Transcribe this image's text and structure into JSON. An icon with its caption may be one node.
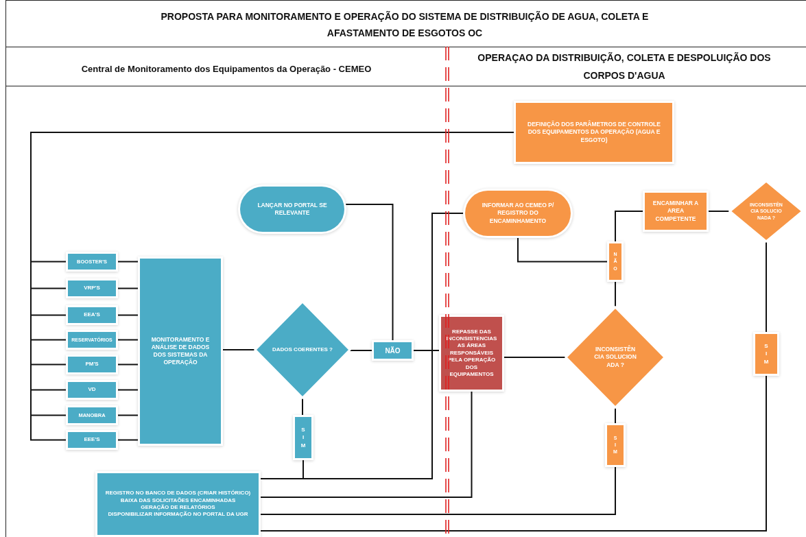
{
  "diagram": {
    "title": "PROPOSTA PARA MONITORAMENTO E OPERAÇÃO DO SISTEMA DE DISTRIBUIÇÃO DE AGUA, COLETA E AFASTAMENTO DE ESGOTOS OC",
    "nodes": [
      {
        "text": [
          "DEFINIÇÃO DOS PARÂMETROS DE CONTROLE DOS EQUIPAMENTOS DA OPERAÇÃO (AGUA E ESGOTO)"
        ]
      },
      {
        "text": [
          "LANÇAR NO PORTAL SE RELEVANTE"
        ]
      },
      {
        "text": [
          "INFORMAR AO CEMEO P/ REGISTRO DO ENCAMINHAMENTO"
        ]
      },
      {
        "text": [
          "ENCAMINHAR A AREA COMPETENTE"
        ]
      },
      {
        "text": [
          "INCONSISTÊNCIA SOLUCIONADA ?"
        ]
      },
      {
        "text": [
          "BOOSTER'S"
        ]
      },
      {
        "text": [
          "VRP'S"
        ]
      },
      {
        "text": [
          "EEA'S"
        ]
      },
      {
        "text": [
          "RESERVATÓRIOS"
        ]
      },
      {
        "text": [
          "PM'S"
        ]
      },
      {
        "text": [
          "VD"
        ]
      },
      {
        "text": [
          "MANOBRA"
        ]
      },
      {
        "text": [
          "EEE'S"
        ]
      },
      {
        "text": [
          "MONITORAMENTO E ANÁLISE DE DADOS DOS SISTEMAS DA OPERAÇÃO"
        ]
      },
      {
        "text": [
          "NÃO"
        ]
      },
      {
        "text": [
          "DADOS COERENTES ?"
        ]
      },
      {
        "text": [
          "NÃO"
        ]
      },
      {
        "text": [
          "REPASSE DAS INCONSISTENCIAS AS ÁREAS RESPONSÁVEIS PELA OPERAÇÃO DOS EQUIPAMENTOS"
        ]
      },
      {
        "text": [
          "INCONSISTÊNCIA SOLUCIONADA ?"
        ]
      },
      {
        "text": [
          "SIM"
        ]
      },
      {
        "text": [
          "SIM"
        ]
      },
      {
        "text": [
          "SIM"
        ]
      },
      {
        "text": [
          "REGISTRO NO BANCO DE DADOS (CRIAR HISTÓRICO)",
          "BAIXA DAS SOLICITAÕES ENCAMINHADAS",
          "GERAÇÃO DE RELATÓRIOS",
          "DISPONIBILIZAR INFORMAÇÃO NO PORTAL DA UGR"
        ]
      }
    ],
    "edges": [
      {
        "from": 0,
        "to": 5,
        "arrow": "none"
      },
      {
        "from": 0,
        "to": 6,
        "arrow": "none"
      },
      {
        "from": 0,
        "to": 7,
        "arrow": "none"
      },
      {
        "from": 0,
        "to": 8,
        "arrow": "none"
      },
      {
        "from": 0,
        "to": 9,
        "arrow": "none"
      },
      {
        "from": 0,
        "to": 10,
        "arrow": "none"
      },
      {
        "from": 0,
        "to": 11,
        "arrow": "none"
      },
      {
        "from": 0,
        "to": 12,
        "arrow": "none"
      },
      {
        "from": 5,
        "to": 13,
        "arrow": "none"
      },
      {
        "from": 6,
        "to": 13,
        "arrow": "none"
      },
      {
        "from": 7,
        "to": 13,
        "arrow": "none"
      },
      {
        "from": 8,
        "to": 13,
        "arrow": "none"
      },
      {
        "from": 9,
        "to": 13,
        "arrow": "none"
      },
      {
        "from": 10,
        "to": 13,
        "arrow": "none"
      },
      {
        "from": 11,
        "to": 13,
        "arrow": "none"
      },
      {
        "from": 12,
        "to": 13,
        "arrow": "none"
      },
      {
        "from": 13,
        "to": 15,
        "arrow": "none"
      },
      {
        "from": 15,
        "to": 16,
        "arrow": "none"
      },
      {
        "from": 16,
        "to": 1,
        "arrow": "none"
      },
      {
        "from": 16,
        "to": 17,
        "arrow": "none"
      },
      {
        "from": 15,
        "to": 20,
        "arrow": "none"
      },
      {
        "from": 20,
        "to": 22,
        "arrow": "none"
      },
      {
        "from": 2,
        "to": 22,
        "arrow": "none"
      },
      {
        "from": 17,
        "to": 22,
        "arrow": "none"
      },
      {
        "from": 17,
        "to": 18,
        "arrow": "none"
      },
      {
        "from": 18,
        "to": 14,
        "arrow": "none"
      },
      {
        "from": 14,
        "to": 2,
        "arrow": "none"
      },
      {
        "from": 14,
        "to": 3,
        "arrow": "none"
      },
      {
        "from": 3,
        "to": 4,
        "arrow": "none"
      },
      {
        "from": 4,
        "to": 19,
        "arrow": "none"
      },
      {
        "from": 19,
        "to": 22,
        "arrow": "none"
      },
      {
        "from": 18,
        "to": 21,
        "arrow": "none"
      },
      {
        "from": 21,
        "to": 22,
        "arrow": "none"
      }
    ],
    "labels": [
      "Central de Monitoramento dos Equipamentos da Operação - CEMEO",
      "OPERAÇAO DA DISTRIBUIÇÃO, COLETA E DESPOLUIÇÃO DOS CORPOS D'AGUA"
    ]
  }
}
